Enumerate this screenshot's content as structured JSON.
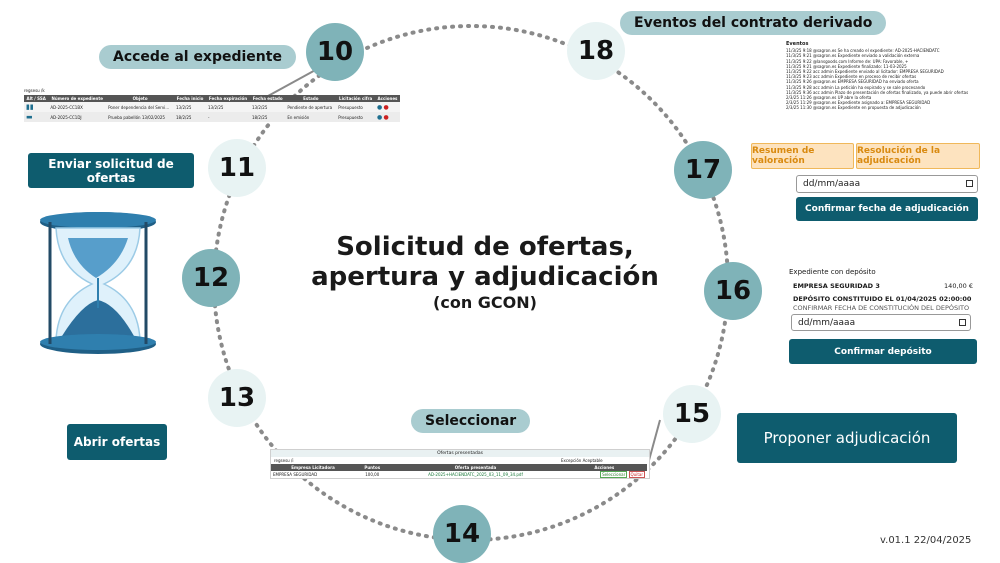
{
  "title": {
    "line1": "Solicitud de ofertas,",
    "line2": "apertura y adjudicación",
    "line3": "(con GCON)"
  },
  "steps": {
    "s10": "10",
    "s11": "11",
    "s12": "12",
    "s13": "13",
    "s14": "14",
    "s15": "15",
    "s16": "16",
    "s17": "17",
    "s18": "18"
  },
  "labels": {
    "accede": "Accede al expediente",
    "eventos": "Eventos del contrato derivado",
    "seleccionar": "Seleccionar"
  },
  "buttons": {
    "enviar": "Enviar solicitud de ofertas",
    "abrir": "Abrir ofertas",
    "proponer": "Proponer adjudicación",
    "confirmar_fecha": "Confirmar fecha de adjudicación",
    "confirmar_deposito": "Confirmar depósito",
    "resumen": "Resumen de valoración",
    "resolucion": "Resolución de la adjudicación"
  },
  "expediente_table": {
    "caption": "regsesu /k ",
    "headers": [
      "Alt / SSA",
      "Número de expediente",
      "Objeto",
      "Fecha inicio",
      "Fecha expiración",
      "Fecha estado",
      "Estado",
      "Licitación cifra",
      "Acciones"
    ],
    "rows": [
      [
        "",
        "AD-2025-CC1BX",
        "Poner dependencia del Servi...",
        "13/2/25",
        "13/2/25",
        "13/2/25",
        "Pendiente de apertura",
        "Presupuesto",
        ""
      ],
      [
        "",
        "AD-2025-CC1DJ",
        "Prueba pabellón 13/02/2025",
        "18/2/25",
        "-",
        "18/2/25",
        "En emisión",
        "Presupuesto",
        ""
      ]
    ]
  },
  "events": {
    "heading": "Eventos",
    "lines": [
      "11/3/25 9:18  @sagron.es Se ha creado el expediente: AD-2025-HACIENDATC",
      "11/3/25 9:21  @sagron.es Expediente enviado a validación externa",
      "11/3/25 9:22  @lansgoods.com Informe de: UPA: Favorable, +",
      "11/3/25 9:21  @sagron.es Expediente finalizado: 11-03-2025",
      "11/3/25 9:22 acc admin Expediente enviado al licitador: EMPRESA SEGURIDAD",
      "11/3/25 9:23 acc admin Expediente en proceso de recibir ofertas",
      "11/3/25 9:26  @sagron.es EMPRESA SEGURIDAD ha enviado oferta",
      "11/3/25 9:28 acc admin La petición ha expirado y se sale procesando",
      "11/3/25 9:36 acc admin Plazo de presentación de ofertas finalizado, ya puede abrir ofertas",
      "2/3/25 11:26  @sagron.es UP abre la oferta",
      "2/3/25 11:29  @sagron.es Expediente asignado a: EMPRESA SEGURIDAD",
      "2/3/25 11:30  @sagron.es Expediente en propuesta de adjudicación"
    ]
  },
  "adjudicacion_date": {
    "placeholder": "dd/mm/aaaa"
  },
  "deposito": {
    "heading": "Expediente con depósito",
    "empresa": "EMPRESA SEGURIDAD 3",
    "importe": "140,00 €",
    "constituido": "DEPÓSITO CONSTITUIDO EL 01/04/2025 02:00:00",
    "confirmar_label": "CONFIRMAR FECHA DE CONSTITUCIÓN DEL DEPÓSITO",
    "placeholder": "dd/mm/aaaa"
  },
  "ofertas_table": {
    "caption": "Ofertas presentadas",
    "subcaption": "regsesu /i ",
    "budget_label": "Excepción Aceptable",
    "headers": [
      "Empresa Licitadora",
      "Puntos",
      "Oferta presentada",
      "Acciones"
    ],
    "row": [
      "EMPRESA SEGURIDAD",
      "100,00",
      "AD-2025+HACIENDATC_2025_03_11_09_34.pdf",
      ""
    ],
    "actions": [
      "Seleccionar",
      "Quitar"
    ]
  },
  "version": "v.01.1 22/04/2025",
  "colors": {
    "teal_dark": "#0e5c6e",
    "teal_mid": "#7fb3b8",
    "teal_light": "#e8f3f3",
    "pill": "#a9ccd0",
    "orange": "#f0b85a"
  }
}
